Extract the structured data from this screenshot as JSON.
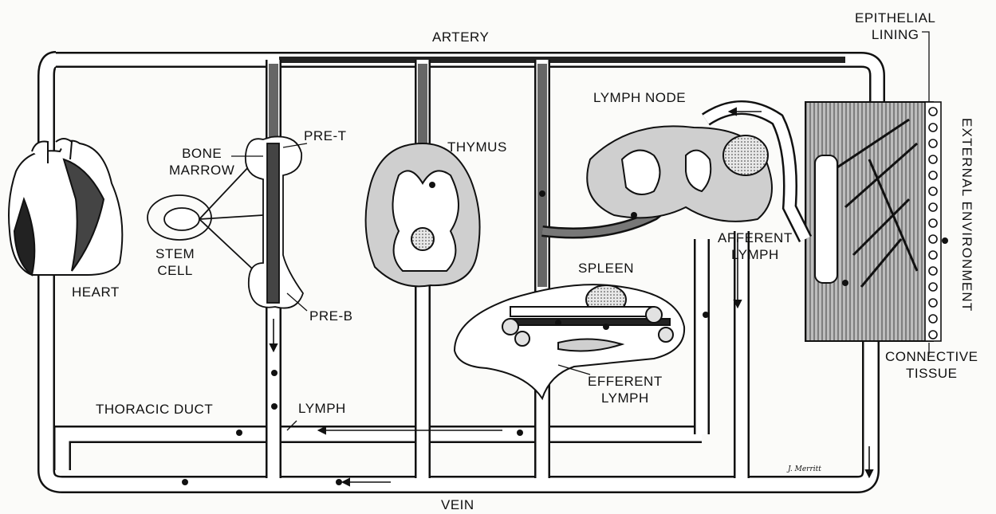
{
  "labels": {
    "artery": "ARTERY",
    "vein": "VEIN",
    "heart": "HEART",
    "bone_marrow_line1": "BONE",
    "bone_marrow_line2": "MARROW",
    "stem_cell_line1": "STEM",
    "stem_cell_line2": "CELL",
    "pre_t": "PRE-T",
    "pre_b": "PRE-B",
    "thymus": "THYMUS",
    "lymph_node": "LYMPH NODE",
    "spleen": "SPLEEN",
    "afferent_lymph_line1": "AFFERENT",
    "afferent_lymph_line2": "LYMPH",
    "efferent_lymph_line1": "EFFERENT",
    "efferent_lymph_line2": "LYMPH",
    "thoracic_duct": "THORACIC DUCT",
    "lymph": "LYMPH",
    "epithelial_lining_line1": "EPITHELIAL",
    "epithelial_lining_line2": "LINING",
    "external_environment": "EXTERNAL ENVIRONMENT",
    "connective_tissue_line1": "CONNECTIVE",
    "connective_tissue_line2": "TISSUE",
    "signature": "J. Merritt"
  },
  "colors": {
    "ink": "#111111",
    "vessel_fill": "#ffffff",
    "artery_dark": "#444444",
    "tissue_gray": "#9a9a9a",
    "organ_gray": "#cfcfcf",
    "paper": "#fbfbf9"
  }
}
